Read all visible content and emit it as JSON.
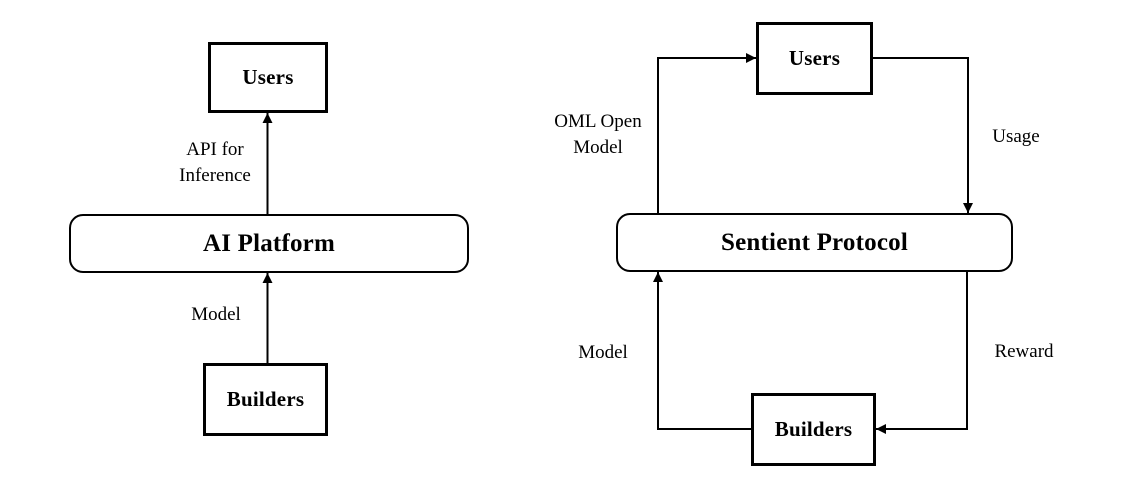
{
  "colors": {
    "line": "#000000",
    "text": "#000000",
    "bg": "#ffffff"
  },
  "left_diagram": {
    "nodes": {
      "users": "Users",
      "platform": "AI Platform",
      "builders": "Builders"
    },
    "edges": {
      "api_for_inference": "API for\nInference",
      "model": "Model"
    }
  },
  "right_diagram": {
    "nodes": {
      "users": "Users",
      "protocol": "Sentient Protocol",
      "builders": "Builders"
    },
    "edges": {
      "oml_open_model": "OML Open\nModel",
      "usage": "Usage",
      "model": "Model",
      "reward": "Reward"
    }
  }
}
